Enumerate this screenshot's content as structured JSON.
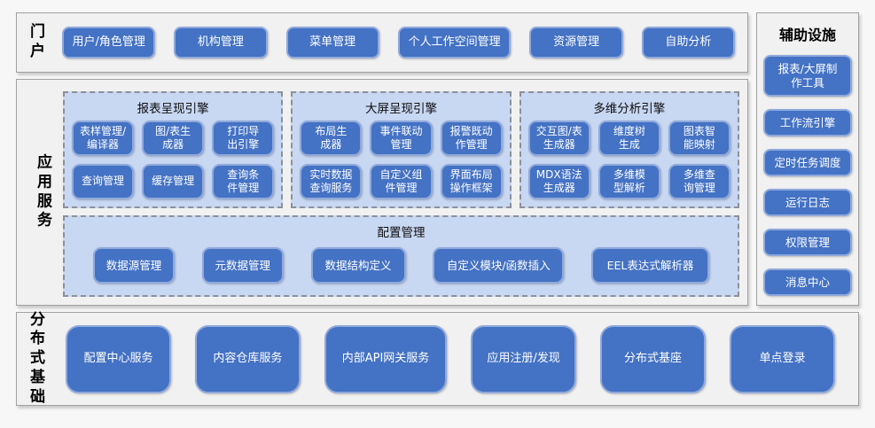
{
  "portal": {
    "label": "门户",
    "buttons": [
      "用户/角色管理",
      "机构管理",
      "菜单管理",
      "个人工作空间管理",
      "资源管理",
      "自助分析"
    ]
  },
  "app_services": {
    "label": "应用服务",
    "engines": [
      {
        "title": "报表呈现引擎",
        "buttons": [
          "表样管理/\n编译器",
          "图/表生\n成器",
          "打印导\n出引擎",
          "查询管理",
          "缓存管理",
          "查询条\n件管理"
        ]
      },
      {
        "title": "大屏呈现引擎",
        "buttons": [
          "布局生\n成器",
          "事件联动\n管理",
          "报警既动\n作管理",
          "实时数据\n查询服务",
          "自定义组\n件管理",
          "界面布局\n操作框架"
        ]
      },
      {
        "title": "多维分析引擎",
        "buttons": [
          "交互图/表\n生成器",
          "维度树\n生成",
          "图表智\n能映射",
          "MDX语法\n生成器",
          "多维模\n型解析",
          "多维查\n询管理"
        ]
      }
    ],
    "config": {
      "title": "配置管理",
      "buttons": [
        "数据源管理",
        "元数据管理",
        "数据结构定义",
        "自定义模块/函数插入",
        "EEL表达式解析器"
      ]
    }
  },
  "auxiliary": {
    "title": "辅助设施",
    "buttons": [
      "报表/大屏制\n作工具",
      "工作流引擎",
      "定时任务调度",
      "运行日志",
      "权限管理",
      "消息中心"
    ]
  },
  "distributed": {
    "label": "分布式基础",
    "buttons": [
      "配置中心服务",
      "内容仓库服务",
      "内部API网关服务",
      "应用注册/发现",
      "分布式基座",
      "单点登录"
    ]
  },
  "colors": {
    "button_fill": "#4472c4",
    "button_border": "#8fa9dc",
    "panel_fill": "#c8d7f2",
    "section_fill": "#f1f1f1",
    "section_border": "#a0a0a0"
  }
}
